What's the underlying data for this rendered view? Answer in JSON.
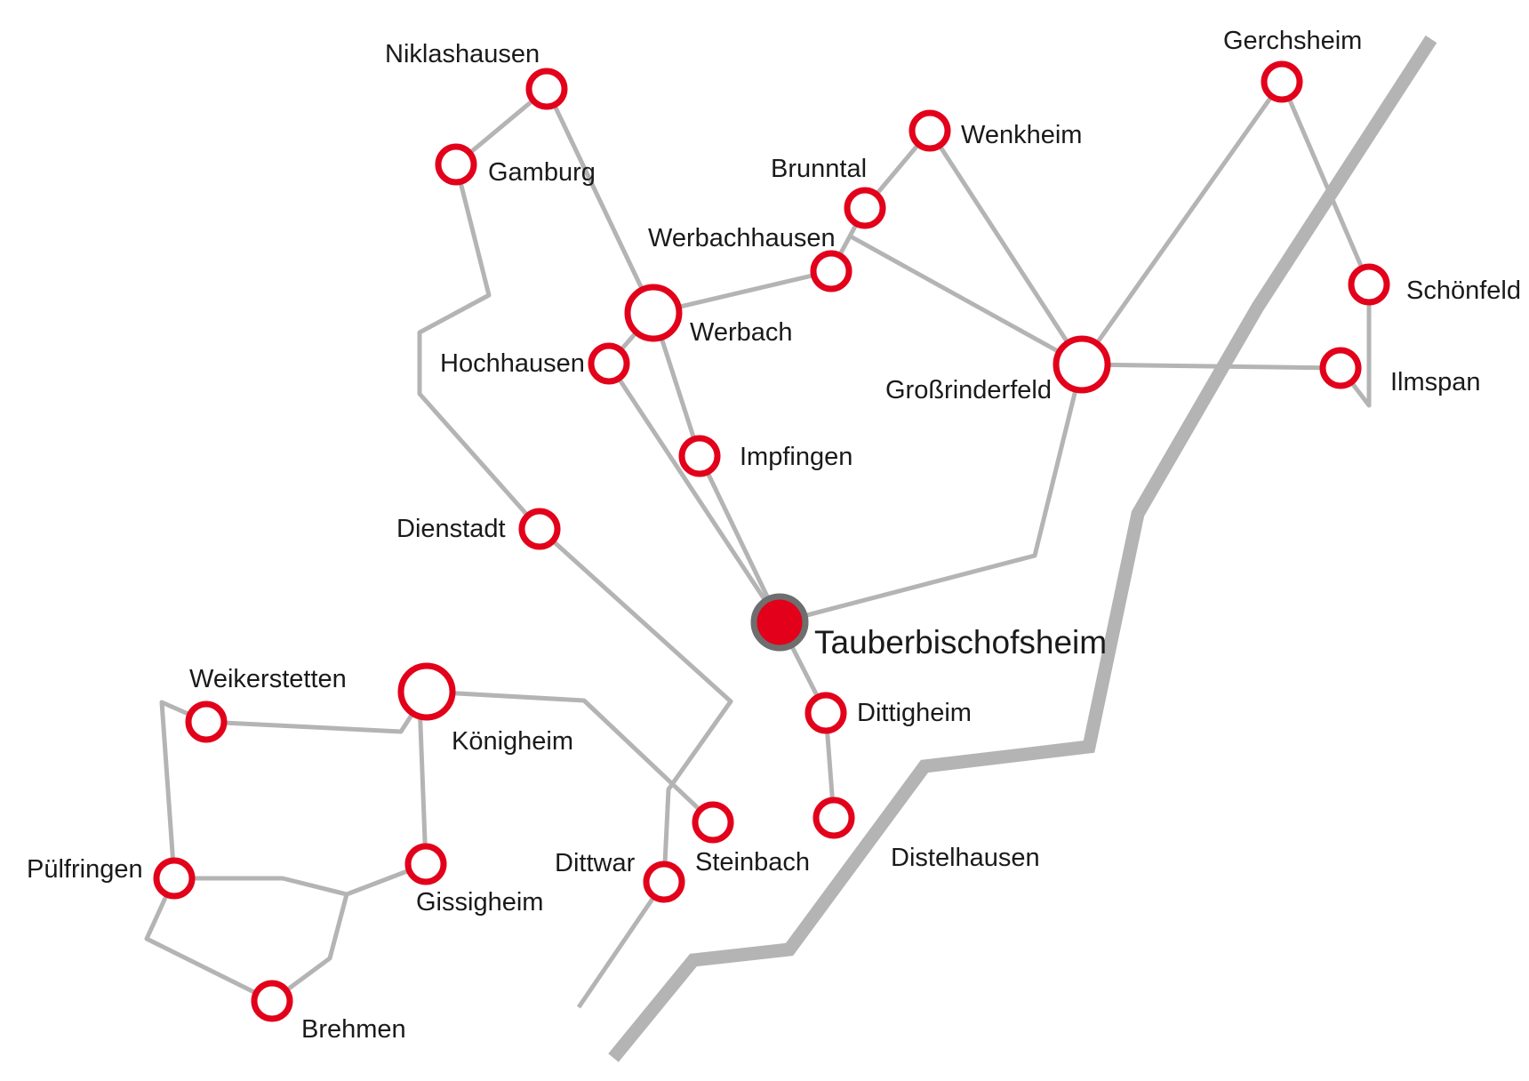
{
  "colors": {
    "marker_ring": "#e2001a",
    "main_marker_fill": "#e2001a",
    "main_marker_ring": "#6e6e6e",
    "roads": "#b4b4b4",
    "text": "#1a1a1a"
  },
  "places": {
    "niklashausen": "Niklashausen",
    "gamburg": "Gamburg",
    "werbach": "Werbach",
    "werbachhausen": "Werbachhausen",
    "brunntal": "Brunntal",
    "wenkheim": "Wenkheim",
    "gerchsheim": "Gerchsheim",
    "schoenfeld": "Schönfeld",
    "ilmspan": "Ilmspan",
    "grossrinderfeld": "Großrinderfeld",
    "hochhausen": "Hochhausen",
    "impfingen": "Impfingen",
    "dienstadt": "Dienstadt",
    "tauberbischofsheim": "Tauberbischofsheim",
    "dittigheim": "Dittigheim",
    "distelhausen": "Distelhausen",
    "weikerstetten": "Weikerstetten",
    "koenigheim": "Königheim",
    "steinbach": "Steinbach",
    "dittwar": "Dittwar",
    "puelfringen": "Pülfringen",
    "gissigheim": "Gissigheim",
    "brehmen": "Brehmen"
  }
}
